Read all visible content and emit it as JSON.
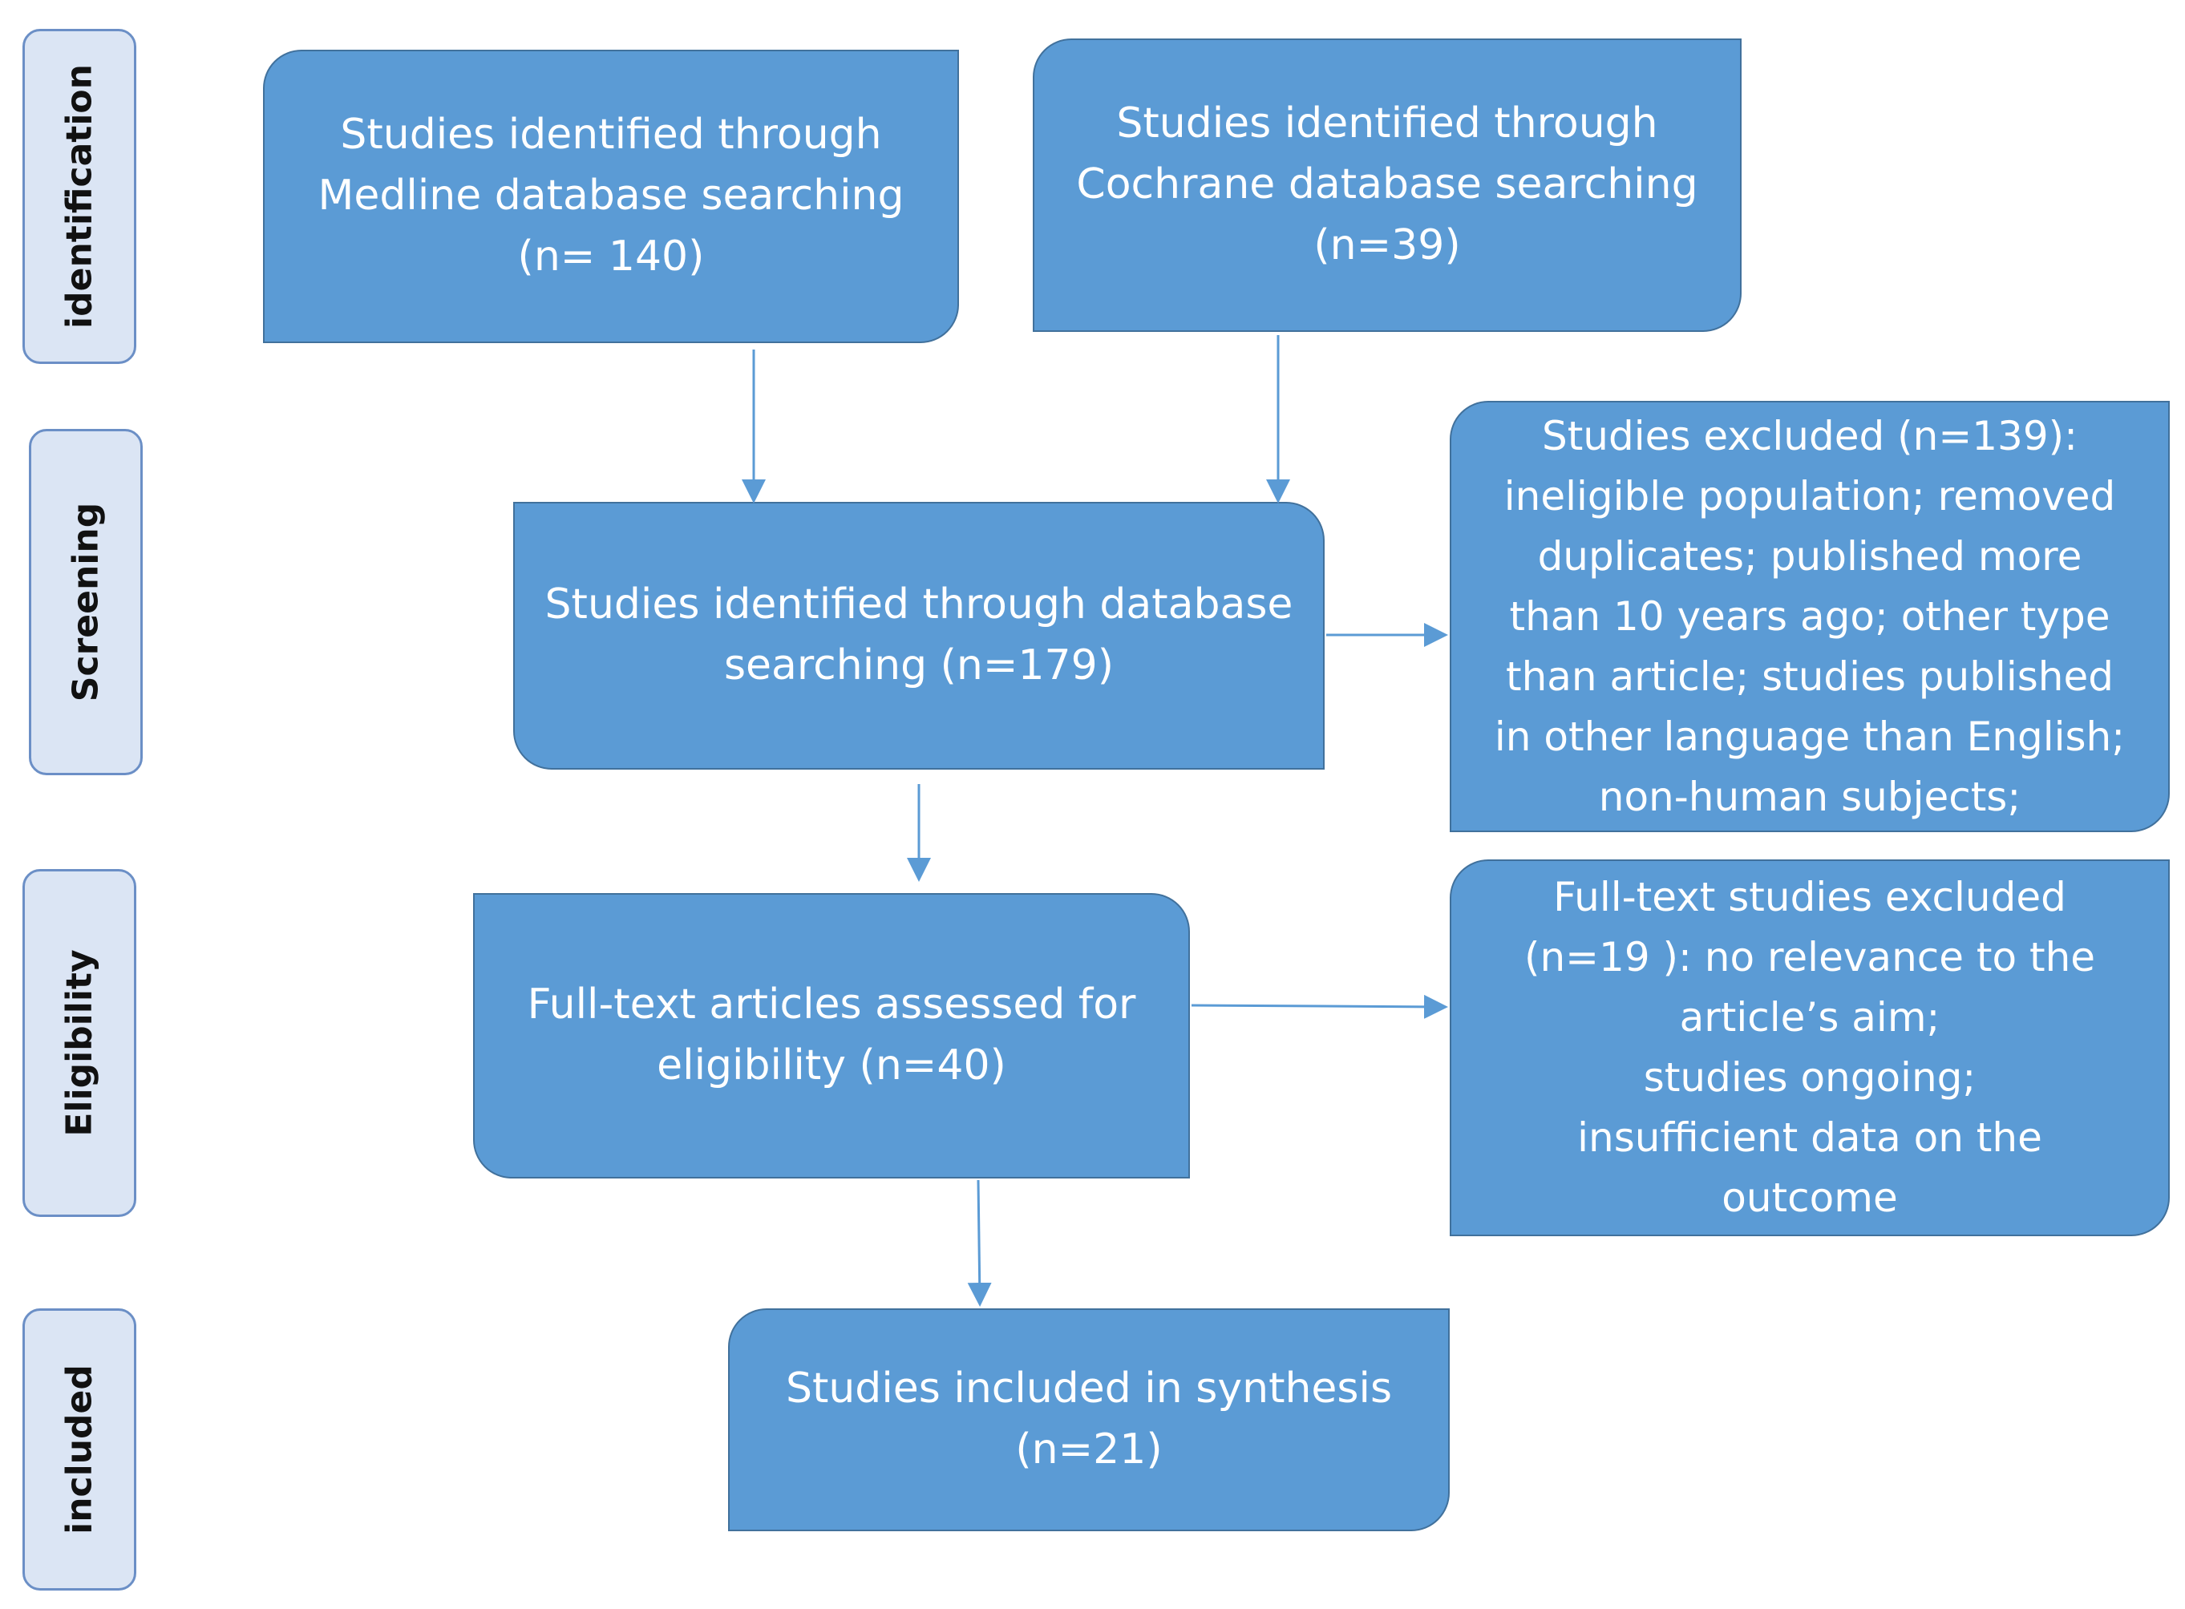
{
  "stages": [
    {
      "id": "identification",
      "label": "identification"
    },
    {
      "id": "screening",
      "label": "Screening"
    },
    {
      "id": "eligibility",
      "label": "Eligibility"
    },
    {
      "id": "included",
      "label": "included"
    }
  ],
  "boxes": {
    "medline": "Studies identified through\nMedline database searching\n(n= 140)",
    "cochrane": "Studies identified through\nCochrane database searching\n(n=39)",
    "database": "Studies identified through database\nsearching (n=179)",
    "excluded": "Studies excluded (n=139):\nineligible population; removed\nduplicates; published more\nthan 10 years ago; other type\nthan article; studies published\nin other language than English;\nnon-human subjects;",
    "fulltext": "Full-text articles assessed for\neligibility (n=40)",
    "fulltext_excluded": "Full-text studies excluded\n(n=19 ): no relevance to the\narticle’s aim;\nstudies ongoing;\ninsufficient data on the\noutcome",
    "included": "Studies included in synthesis\n(n=21)"
  },
  "colors": {
    "box_fill": "#5b9bd5",
    "box_border": "#41719c",
    "stage_fill": "#dbe5f4",
    "stage_border": "#6b8fc6",
    "arrow": "#5b9bd5"
  }
}
